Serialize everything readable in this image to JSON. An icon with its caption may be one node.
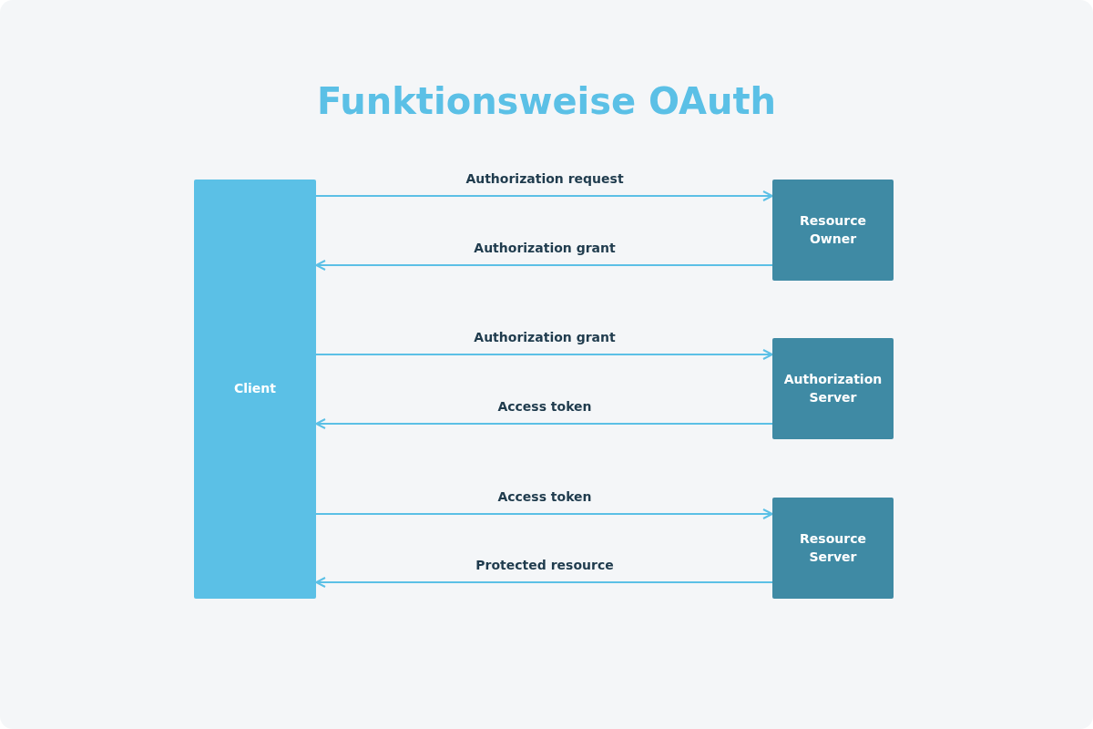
{
  "diagram": {
    "title": "Funktionsweise OAuth",
    "nodes": [
      {
        "text": [
          "Client"
        ]
      },
      {
        "text": [
          "Resource Owner"
        ]
      },
      {
        "text": [
          "Authorization Server"
        ]
      },
      {
        "text": [
          "Resource Server"
        ]
      }
    ],
    "edges": [
      {
        "from": 0,
        "to": 1,
        "arrow": "to",
        "label": "Authorization request"
      },
      {
        "from": 1,
        "to": 0,
        "arrow": "to",
        "label": "Authorization grant"
      },
      {
        "from": 0,
        "to": 2,
        "arrow": "to",
        "label": "Authorization grant"
      },
      {
        "from": 2,
        "to": 0,
        "arrow": "to",
        "label": "Access token"
      },
      {
        "from": 0,
        "to": 3,
        "arrow": "to",
        "label": "Access token"
      },
      {
        "from": 3,
        "to": 0,
        "arrow": "to",
        "label": "Protected resource"
      }
    ]
  }
}
